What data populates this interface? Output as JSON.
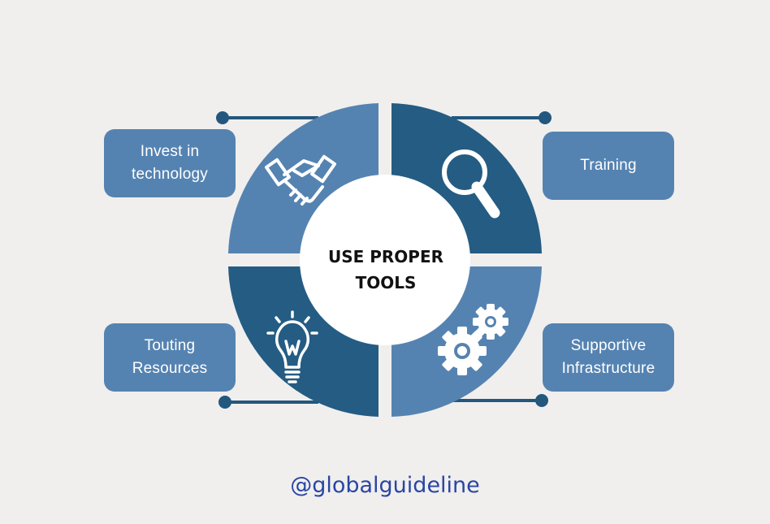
{
  "colors": {
    "background": "#f0efed",
    "dark_blue": "#245c83",
    "light_blue": "#5583b1",
    "connector": "#23577e",
    "center_circle": "#ffffff",
    "footer_text": "#2a46a3"
  },
  "center": {
    "title": "USE PROPER\nTOOLS"
  },
  "items": [
    {
      "label": "Invest in\ntechnology",
      "icon": "handshake-icon"
    },
    {
      "label": "Training",
      "icon": "magnifier-icon"
    },
    {
      "label": "Touting\nResources",
      "icon": "lightbulb-icon"
    },
    {
      "label": "Supportive\nInfrastructure",
      "icon": "gears-icon"
    }
  ],
  "footer": {
    "handle": "@globalguideline"
  }
}
